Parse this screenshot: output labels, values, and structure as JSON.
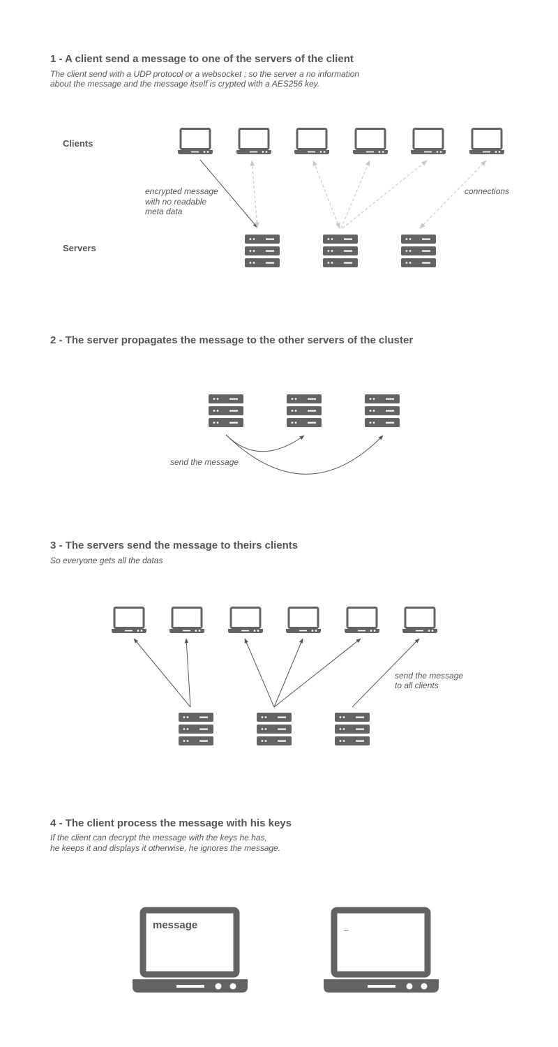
{
  "section1": {
    "heading": "1 - A client send a message to one of the servers of the client",
    "desc_lines": [
      "The client send with  a UDP protocol or a websocket ; so the server a no information",
      "about the message and the message itself is crypted with a AES256 key."
    ],
    "clients_label": "Clients",
    "servers_label": "Servers",
    "note_lines": [
      "encrypted message",
      "with no readable",
      "meta data"
    ],
    "connections_label": "connections"
  },
  "section2": {
    "heading": "2 - The server propagates the message to the other servers of the cluster",
    "note": "send the message"
  },
  "section3": {
    "heading": "3 - The servers send the message to theirs clients",
    "desc": "So everyone gets all the datas",
    "note_lines": [
      "send the message",
      "to all clients"
    ]
  },
  "section4": {
    "heading": "4 - The client process the message with his keys",
    "desc_lines": [
      "If the client can decrypt the message with the keys he has,",
      "he keeps it and displays it otherwise, he ignores the message."
    ],
    "screen_message": "message",
    "screen_cursor": "_"
  },
  "icons": {
    "client": "laptop-icon",
    "server": "server-icon"
  },
  "colors": {
    "icon": "#636363",
    "arrow_solid": "#555555",
    "arrow_dashed": "#cccccc"
  }
}
